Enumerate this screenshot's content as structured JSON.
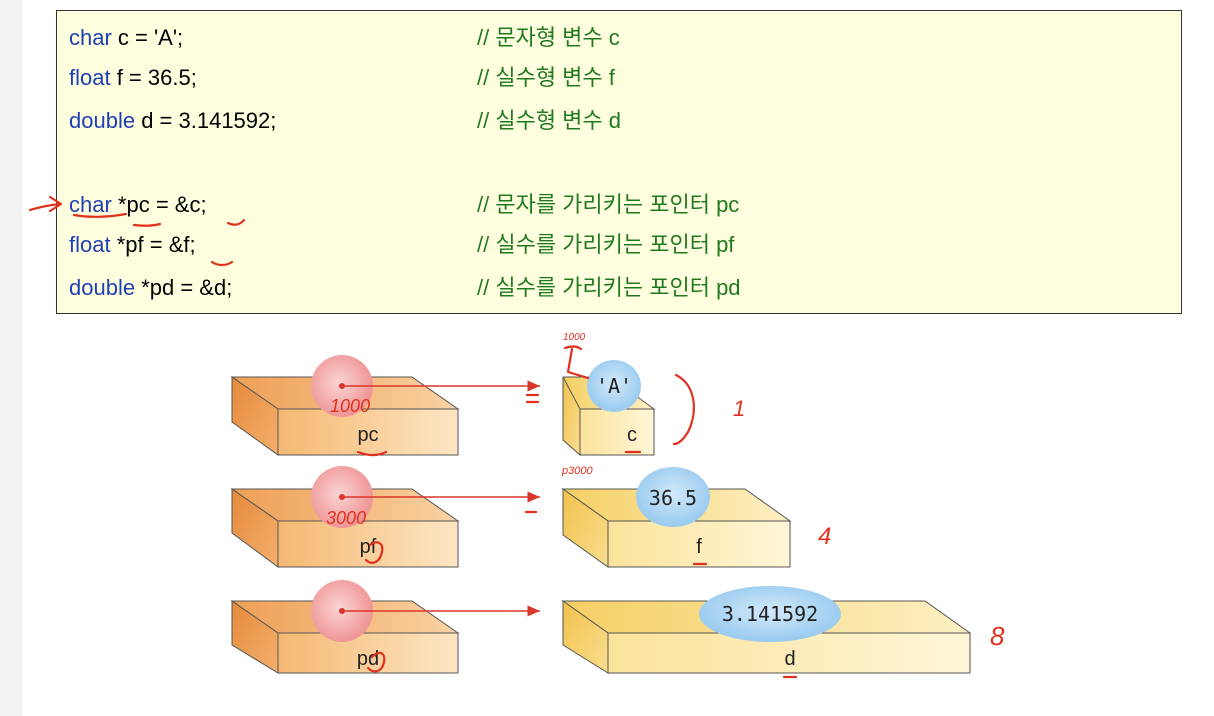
{
  "code": {
    "lines": [
      {
        "kw": "char",
        "rest": " c = 'A';",
        "comment": "// 문자형 변수 c"
      },
      {
        "kw": "float",
        "rest": " f = 36.5;",
        "comment": "// 실수형 변수 f"
      },
      {
        "kw": "double",
        "rest": " d = 3.141592;",
        "comment": "// 실수형 변수 d"
      },
      {
        "kw": "char",
        "rest": " *pc = &c;",
        "comment": "// 문자를 가리키는 포인터 pc"
      },
      {
        "kw": "float",
        "rest": " *pf = &f;",
        "comment": "// 실수를 가리키는 포인터 pf"
      },
      {
        "kw": "double",
        "rest": " *pd = &d;",
        "comment": "// 실수를 가리키는 포인터 pd"
      }
    ]
  },
  "diagram": {
    "pointers": [
      "pc",
      "pf",
      "pd"
    ],
    "variables": [
      {
        "name": "c",
        "value": "'A'"
      },
      {
        "name": "f",
        "value": "36.5"
      },
      {
        "name": "d",
        "value": "3.141592"
      }
    ]
  },
  "annotations": {
    "addr_pc": "1000",
    "addr_pf": "3000",
    "addr_top_c": "1000",
    "addr_top_f": "p3000",
    "size_c": "1",
    "size_f": "4",
    "size_d": "8"
  },
  "colors": {
    "keyword": "#1f3fb4",
    "comment": "#1f7a1f",
    "code_bg": "#ffffe0",
    "pointer_box": "#f0a35a",
    "variable_box": "#fbe08a",
    "pointer_ball": "#f29c9c",
    "value_bubble": "#a9d3f0",
    "arrow": "#d9362b",
    "ink": "#e0301e"
  }
}
